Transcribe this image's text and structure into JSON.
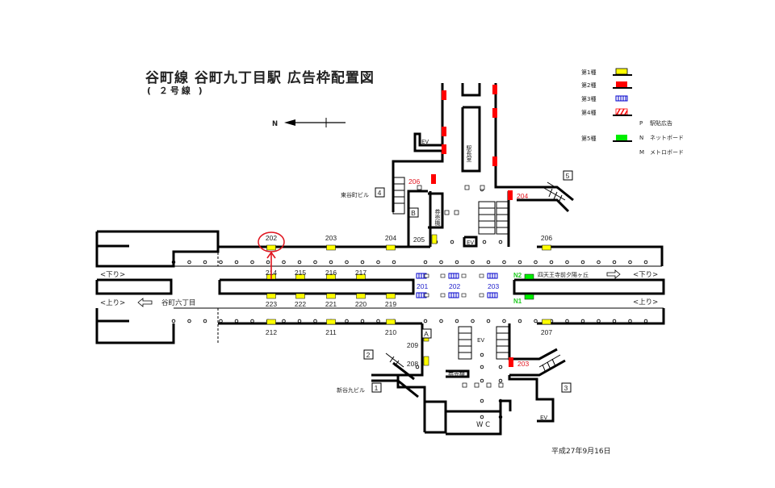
{
  "header": {
    "title": "谷町線  谷町九丁目駅  広告枠配置図",
    "subtitle": "( ２号線 )",
    "date": "平成27年9月16日"
  },
  "compass": {
    "label": "N"
  },
  "legend": {
    "items": [
      {
        "label": "第1種",
        "color": "#ffff00",
        "style": "filled"
      },
      {
        "label": "第2種",
        "color": "#ff0000",
        "style": "filled"
      },
      {
        "label": "第3種",
        "color": "#0000cc",
        "style": "striped"
      },
      {
        "label": "第4種",
        "color": "#ff0000",
        "style": "hatched"
      },
      {
        "label": "第5種",
        "color": "#00ee00",
        "style": "filled"
      }
    ],
    "codes": [
      {
        "code": "P",
        "text": "駅貼広告"
      },
      {
        "code": "N",
        "text": "ネットボード"
      },
      {
        "code": "M",
        "text": "メトロボード"
      }
    ]
  },
  "directions": {
    "down_left": "<下り>",
    "up_left": "<上り>",
    "down_right": "<下り>",
    "up_right": "<上り>",
    "towards_south": "谷町六丁目",
    "towards_north": "四天王寺前夕陽ヶ丘"
  },
  "places": {
    "exit4_building": "東谷町ビル",
    "exit1_building": "新谷九ビル",
    "ticket_booth": "券売機",
    "station_office": "駅長室",
    "ev": "EV",
    "wc": "W C"
  },
  "exits": [
    "1",
    "2",
    "3",
    "4",
    "5",
    "A",
    "B"
  ],
  "ads": {
    "type1": [
      "202",
      "203",
      "204",
      "205",
      "206",
      "207",
      "208",
      "209",
      "210",
      "211",
      "212",
      "214",
      "215",
      "216",
      "217",
      "219",
      "220",
      "221",
      "222",
      "223"
    ],
    "type2": [
      "206",
      "204",
      "203"
    ],
    "type3": [
      "201",
      "202",
      "203"
    ],
    "type5": [
      "N1",
      "N2"
    ]
  },
  "highlight": {
    "label": "202",
    "color": "#e0141e"
  }
}
